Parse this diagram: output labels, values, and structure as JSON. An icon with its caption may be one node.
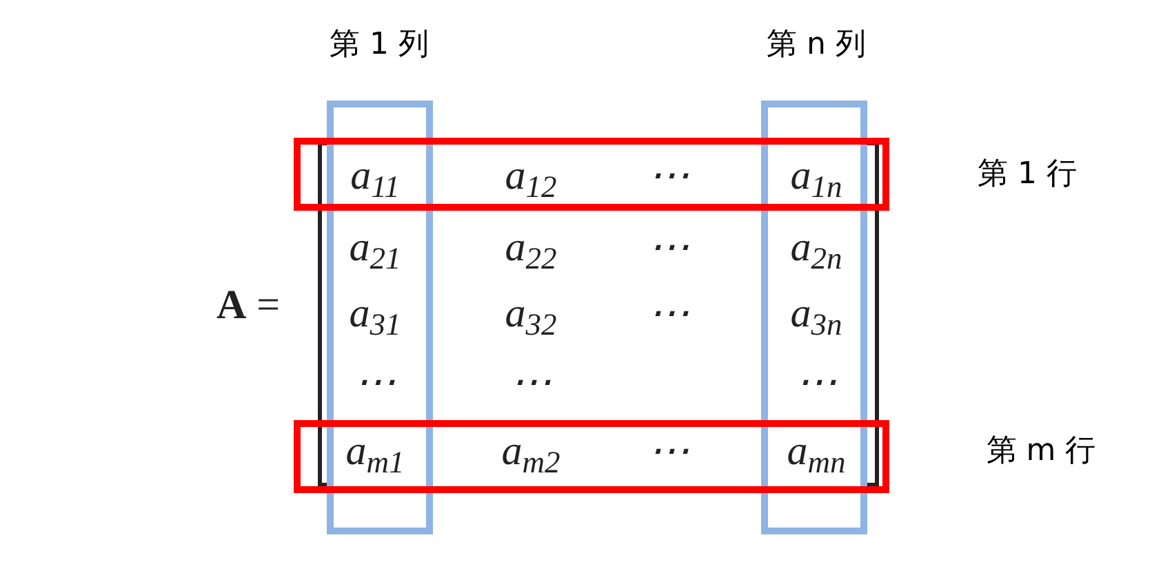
{
  "diagram": {
    "nodes": [
      {
        "text": [],
        "shape": "box",
        "beside": [
          "第 1 列"
        ]
      },
      {
        "text": [],
        "shape": "box",
        "beside": [
          "第 n 列"
        ]
      },
      {
        "text": [],
        "shape": "box",
        "beside": [
          "第 1 行"
        ]
      },
      {
        "text": [],
        "shape": "box",
        "beside": [
          "第 m 行"
        ]
      }
    ],
    "labels": [
      "**A** =",
      "a$_{11}$",
      "a$_{12}$",
      "⋯",
      "a$_{1n}$",
      "a$_{21}$",
      "a$_{22}$",
      "⋯",
      "a$_{2n}$",
      "a$_{31}$",
      "a$_{32}$",
      "⋯",
      "a$_{3n}$",
      "⋯",
      "⋯",
      "⋯",
      "a$_{m1}$",
      "a$_{m2}$",
      "⋯",
      "a$_{mn}$"
    ]
  }
}
